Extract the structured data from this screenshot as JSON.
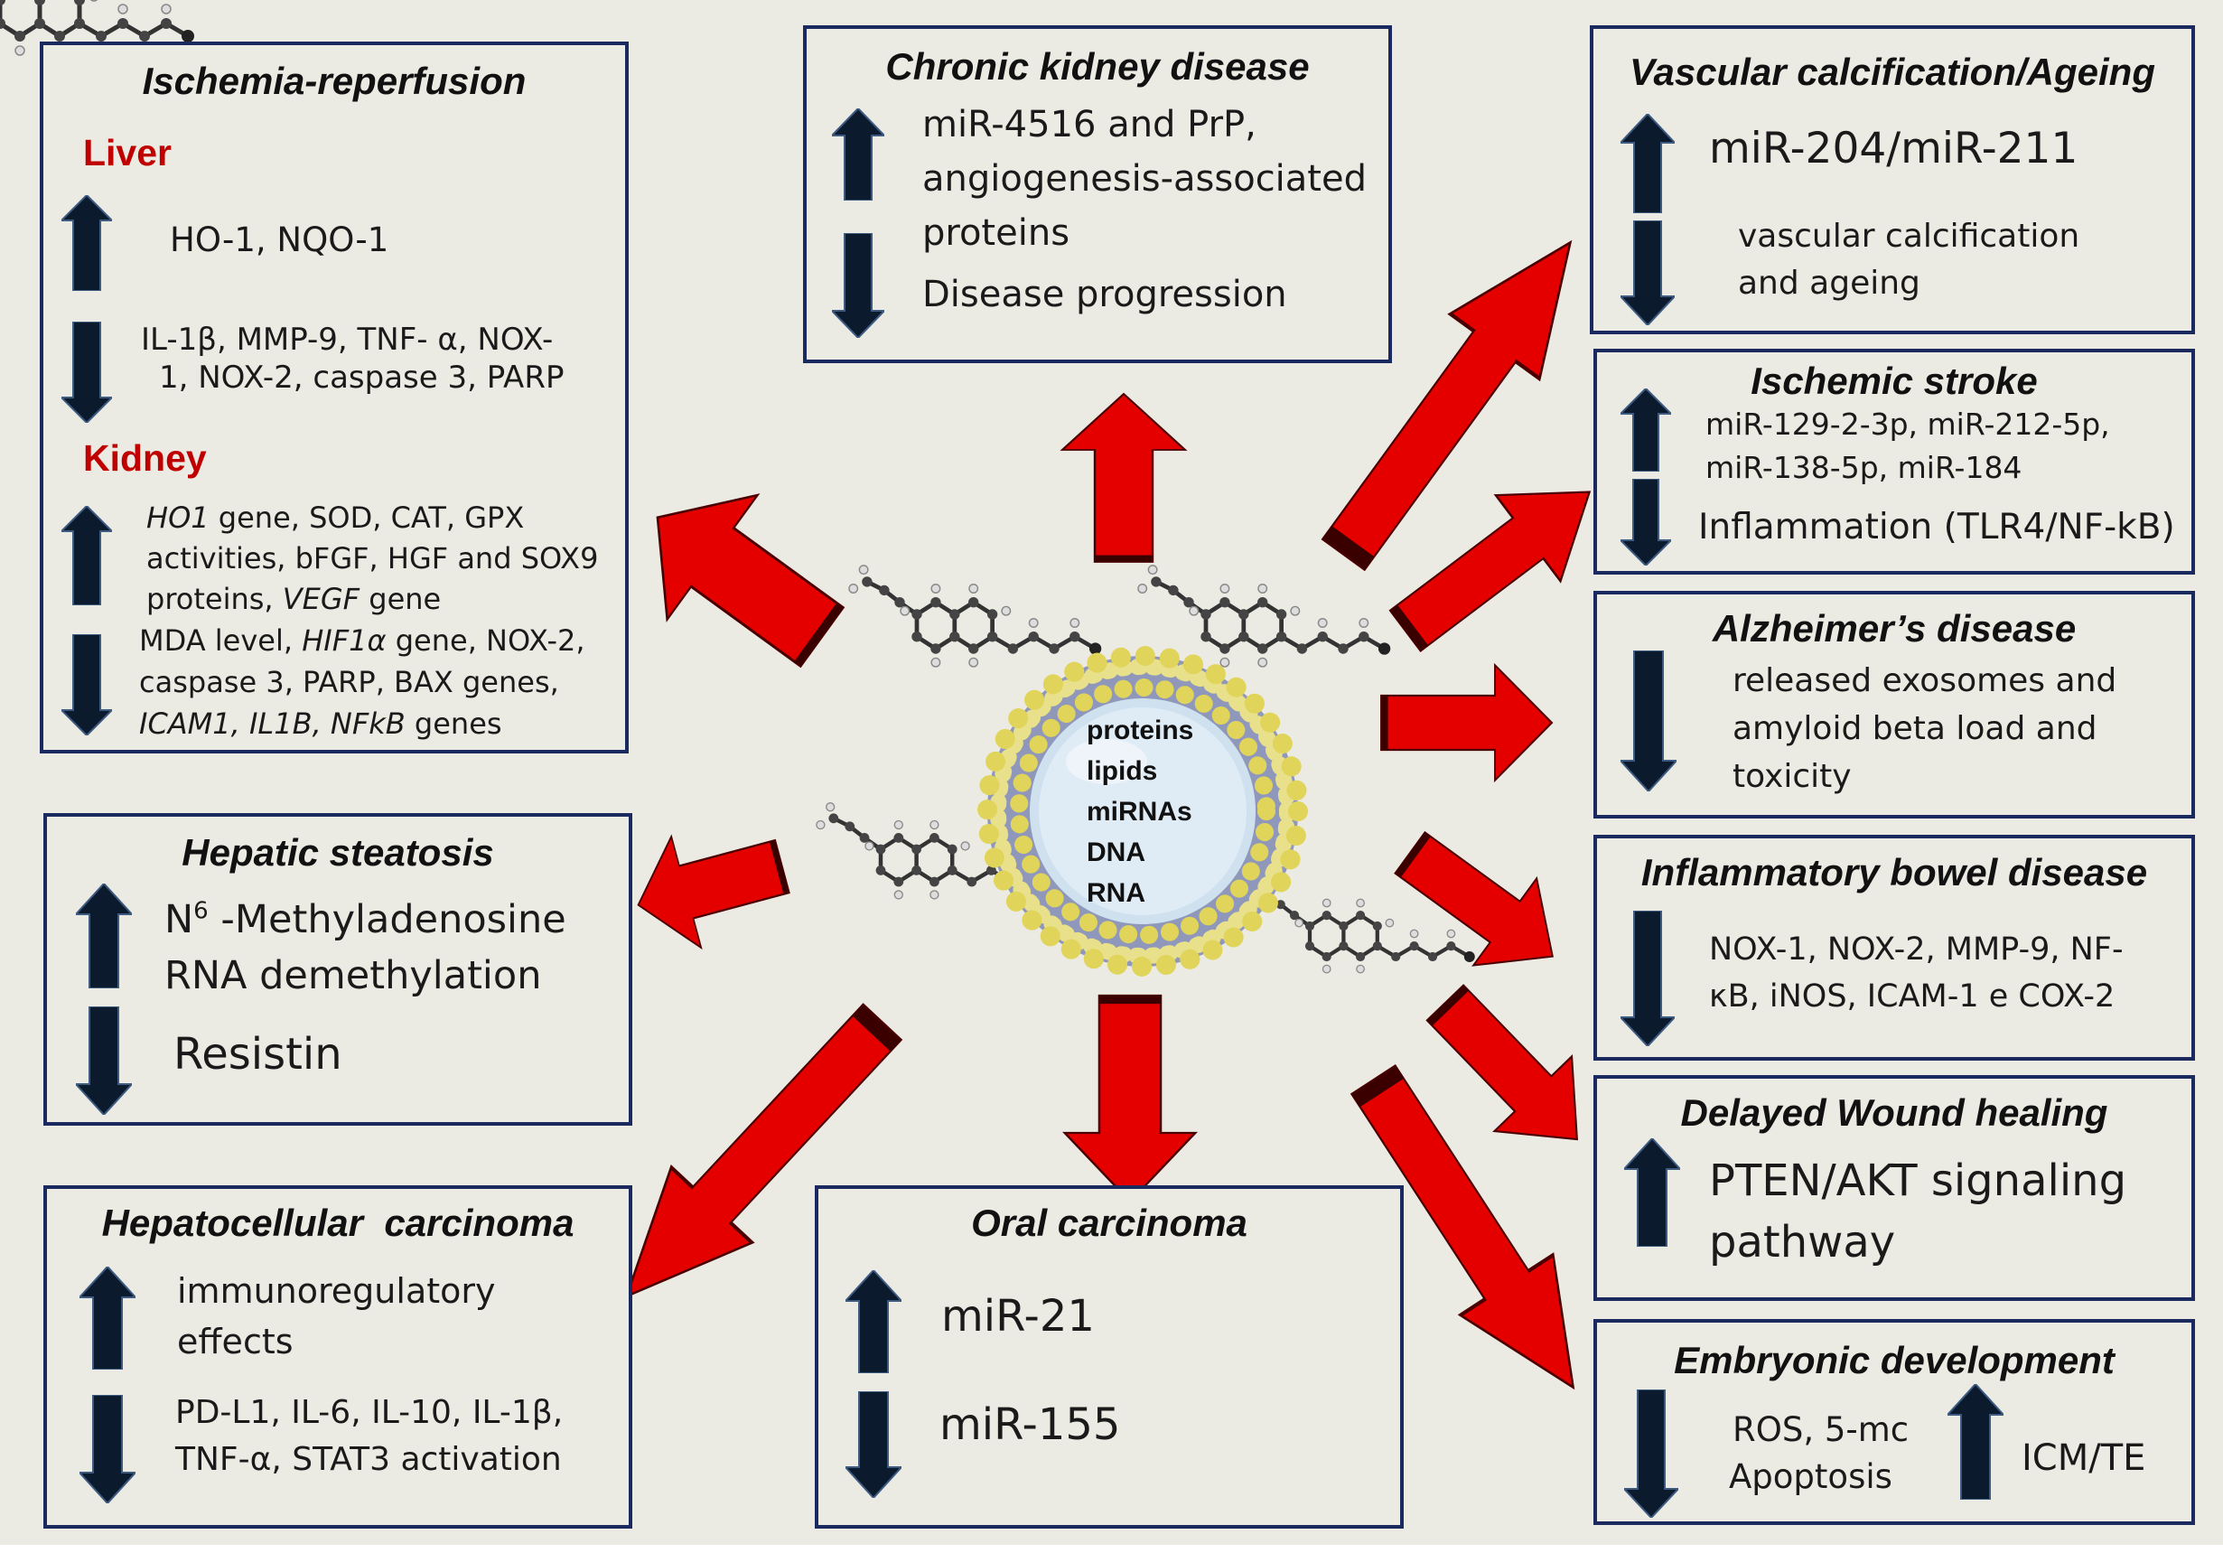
{
  "colors": {
    "background": "#ecebe3",
    "box_border": "#1b2a5e",
    "red_arrow": "#e50000",
    "navy_arrow": "#0c1a2e",
    "heading_red": "#c00000"
  },
  "center": {
    "cargo": [
      "proteins",
      "lipids",
      "miRNAs",
      "DNA",
      "RNA"
    ],
    "icon": "exosome-vesicle-icon",
    "molecule_icon": "molecule-ball-and-stick-icon"
  },
  "ischemia": {
    "title": "Ischemia-reperfusion",
    "liver": {
      "heading": "Liver",
      "up": "HO-1, NQO-1",
      "down_1": "IL-1β, MMP-9, TNF- α, NOX-",
      "down_2": "1, NOX-2, caspase 3, PARP"
    },
    "kidney": {
      "heading": "Kidney",
      "up_1_italic": "HO1",
      "up_1_rest": " gene, SOD, CAT, GPX",
      "up_2": "activities, bFGF, HGF and SOX9",
      "up_3_rest": "proteins, ",
      "up_3_italic": "VEGF",
      "up_3_end": " gene",
      "down_1_pre": "MDA level, ",
      "down_1_italic": "HIF1α",
      "down_1_rest": " gene, NOX-2,",
      "down_2": "caspase 3, PARP, BAX genes,",
      "down_3_italic": "ICAM1, IL1B, NFkB",
      "down_3_rest": " genes"
    }
  },
  "ckd": {
    "title": "Chronic kidney disease",
    "up_1": "miR-4516 and PrP,",
    "up_2": "angiogenesis-associated",
    "up_3": "proteins",
    "down": "Disease progression"
  },
  "vascular": {
    "title": "Vascular calcification/Ageing",
    "up": "miR-204/miR-211",
    "down_1": "vascular calcification",
    "down_2": "and ageing"
  },
  "stroke": {
    "title": "Ischemic stroke",
    "up_1": "miR-129-2-3p, miR-212-5p,",
    "up_2": "miR-138-5p, miR-184",
    "down": "Inflammation (TLR4/NF-kB)"
  },
  "alzheimer": {
    "title": "Alzheimer’s disease",
    "down_1": "released exosomes and",
    "down_2": "amyloid beta load and",
    "down_3": "toxicity"
  },
  "ibd": {
    "title": "Inflammatory bowel disease",
    "down_1": "NOX-1, NOX-2, MMP-9, NF-",
    "down_2": "κB, iNOS, ICAM-1 e COX-2"
  },
  "wound": {
    "title": "Delayed Wound healing",
    "up_1": "PTEN/AKT signaling",
    "up_2": "pathway"
  },
  "embryo": {
    "title": "Embryonic development",
    "down_1": "ROS, 5-mc",
    "down_2": "Apoptosis",
    "up": "ICM/TE"
  },
  "steatosis": {
    "title": "Hepatic steatosis",
    "up_pre": "N",
    "up_sup": "6",
    "up_rest": " -Methyladenosine",
    "up_2": "RNA demethylation",
    "down": "Resistin"
  },
  "hcc": {
    "title": "Hepatocellular  carcinoma",
    "up_1": "immunoregulatory",
    "up_2": "effects",
    "down_1": "PD-L1, IL-6, IL-10, IL-1β,",
    "down_2": "TNF-α, STAT3 activation"
  },
  "oral": {
    "title": "Oral carcinoma",
    "up": "miR-21",
    "down": "miR-155"
  }
}
